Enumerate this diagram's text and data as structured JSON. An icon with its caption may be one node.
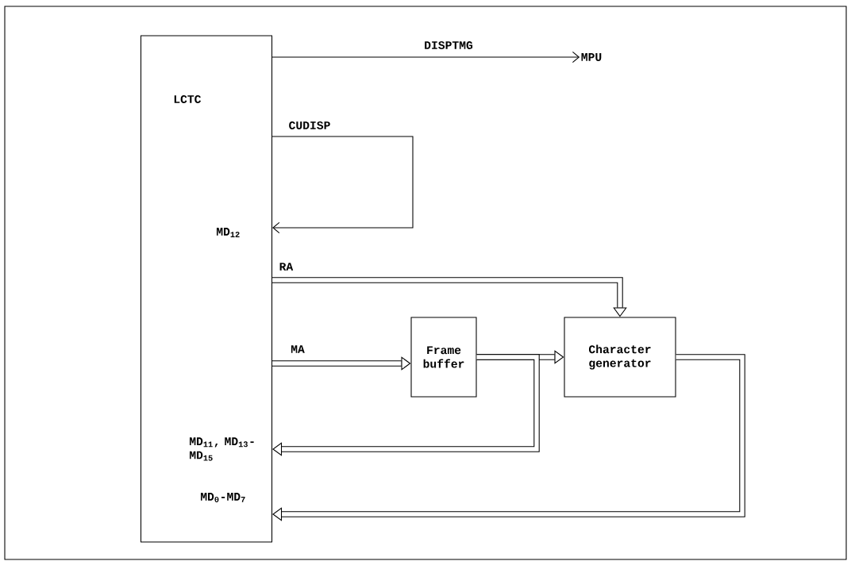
{
  "diagram": {
    "nodes": [
      {
        "text": [
          "LCTC"
        ]
      },
      {
        "text": [
          "MPU"
        ]
      },
      {
        "text": [
          "Frame buffer"
        ]
      },
      {
        "text": [
          "Character generator"
        ]
      }
    ],
    "edges": [
      {
        "from": 0,
        "to": 1,
        "arrow": "to",
        "label": "DISPTMG"
      },
      {
        "from": 0,
        "to": 0,
        "arrow": "to",
        "label": "CUDISP"
      },
      {
        "from": 0,
        "to": 3,
        "arrow": "to",
        "label": "RA"
      },
      {
        "from": 0,
        "to": 2,
        "arrow": "to",
        "label": "MA"
      },
      {
        "from": 2,
        "to": 3,
        "arrow": "to"
      },
      {
        "from": 2,
        "to": 0,
        "arrow": "to"
      },
      {
        "from": 3,
        "to": 0,
        "arrow": "to"
      }
    ],
    "labels": [
      "MD$_{12}$",
      "MD$_{11}$, MD$_{13}$-MD$_{15}$",
      "MD$_{0}$-MD$_{7}$"
    ]
  }
}
